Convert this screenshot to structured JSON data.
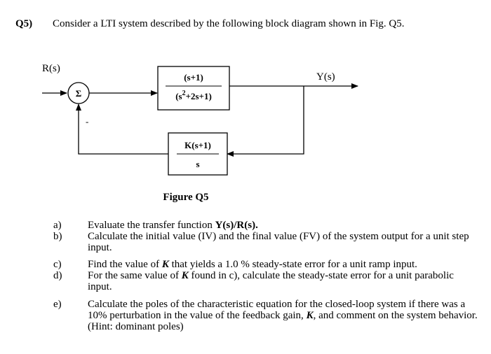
{
  "question": {
    "number": "Q5)",
    "text": "Consider a LTI system described by the following block diagram shown in Fig. Q5."
  },
  "diagram": {
    "input_label": "R(s)",
    "output_label": "Y(s)",
    "sum_symbol": "Σ",
    "feedback_sign": "-",
    "forward_block": {
      "numerator": "(s+1)",
      "denominator_base": "(s",
      "denominator_exp": "2",
      "denominator_rest": "+2s+1)"
    },
    "feedback_block": {
      "numerator": "K(s+1)",
      "denominator": "s"
    },
    "caption": "Figure Q5"
  },
  "parts": [
    {
      "letter": "a)",
      "before": "Evaluate the transfer function ",
      "bold": "Y(s)/R(s).",
      "after": ""
    },
    {
      "letter": "b)",
      "text": "Calculate the initial value (IV) and the final value (FV) of the system output for a unit step input."
    },
    {
      "letter": "c)",
      "before": "Find the value of ",
      "k": "K",
      "after": " that yields a 1.0 % steady-state error for a unit ramp input."
    },
    {
      "letter": "d)",
      "before": "For the same value of ",
      "k": "K",
      "after": " found in c), calculate the steady-state error for a unit parabolic input."
    },
    {
      "letter": "e)",
      "before": "Calculate the poles of the characteristic equation for the closed-loop system if there was a 10% perturbation in the value of the feedback gain, ",
      "k": "K",
      "after": ", and comment on the system behavior. (Hint: dominant poles)"
    }
  ]
}
